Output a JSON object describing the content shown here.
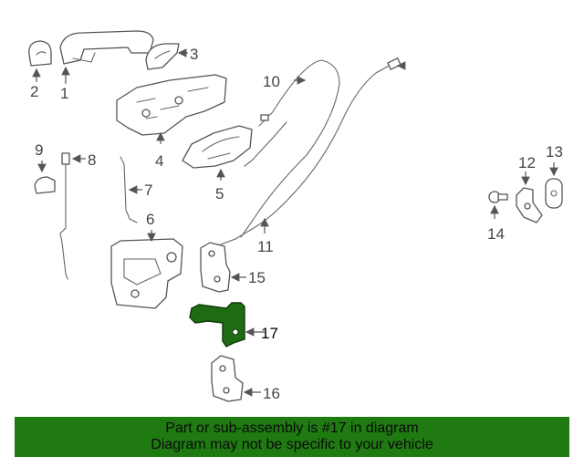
{
  "callouts": {
    "c1": "1",
    "c2": "2",
    "c3": "3",
    "c4": "4",
    "c5": "5",
    "c6": "6",
    "c7": "7",
    "c8": "8",
    "c9": "9",
    "c10": "10",
    "c11": "11",
    "c12": "12",
    "c13": "13",
    "c14": "14",
    "c15": "15",
    "c16": "16",
    "c17": "17"
  },
  "highlight_color": "#1f6b14",
  "info_bar": {
    "line1": "Part or sub-assembly is #17 in diagram",
    "line2": "Diagram may not be specific to your vehicle",
    "background": "#1f7a12"
  }
}
